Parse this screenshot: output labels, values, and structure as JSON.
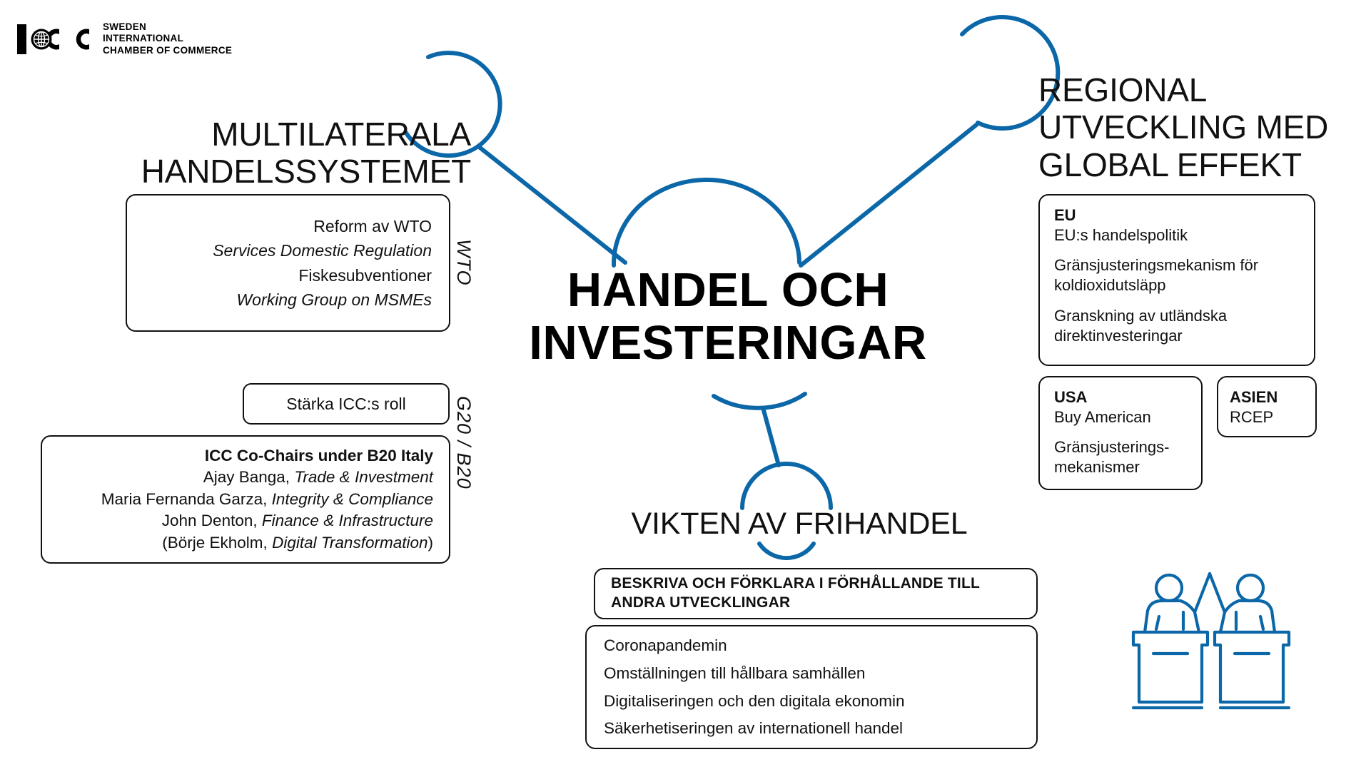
{
  "logo": {
    "mark": "icc-globe-mark",
    "lines": [
      "SWEDEN",
      "INTERNATIONAL",
      "CHAMBER OF COMMERCE"
    ]
  },
  "theme": {
    "accent_blue": "#0B67A8",
    "ink": "#111111",
    "background": "#FFFFFF"
  },
  "center": {
    "title": "HANDEL OCH\nINVESTERINGAR"
  },
  "branches": {
    "multilateral": {
      "heading": "MULTILATERALA\nHANDELSSYSTEMET",
      "rail_label": "WTO",
      "items": [
        {
          "text": "Reform av WTO",
          "style": "normal"
        },
        {
          "text": "Services Domestic Regulation",
          "style": "italic"
        },
        {
          "text": "Fiskesubventioner",
          "style": "normal"
        },
        {
          "text": "Working Group on MSMEs",
          "style": "italic"
        }
      ]
    },
    "g20b20": {
      "rail_label": "G20 / B20",
      "strengthen_box": "Stärka ICC:s roll",
      "cochairs_title": "ICC Co-Chairs under B20 Italy",
      "cochairs": [
        {
          "name": "Ajay Banga,",
          "role": "Trade & Investment",
          "prefix": "",
          "suffix": ""
        },
        {
          "name": "Maria Fernanda Garza,",
          "role": "Integrity & Compliance",
          "prefix": "",
          "suffix": ""
        },
        {
          "name": "John Denton,",
          "role": "Finance & Infrastructure",
          "prefix": "",
          "suffix": ""
        },
        {
          "name": "Börje Ekholm,",
          "role": "Digital Transformation",
          "prefix": "(",
          "suffix": ")"
        }
      ]
    },
    "regional": {
      "heading": "REGIONAL\nUTVECKLING MED\nGLOBAL EFFEKT",
      "eu": {
        "title": "EU",
        "items": [
          "EU:s handelspolitik",
          "Gränsjusteringsmekanism för koldioxidutsläpp",
          "Granskning av utländska direktinvesteringar"
        ]
      },
      "usa": {
        "title": "USA",
        "items": [
          "Buy American",
          "Gränsjusterings-mekanismer"
        ]
      },
      "asien": {
        "title": "ASIEN",
        "items": [
          "RCEP"
        ]
      }
    },
    "frihandel": {
      "heading": "VIKTEN AV FRIHANDEL",
      "callout": "BESKRIVA OCH FÖRKLARA I FÖRHÅLLANDE TILL ANDRA UTVECKLINGAR",
      "items": [
        "Coronapandemin",
        "Omställningen till hållbara samhällen",
        "Digitaliseringen och den digitala ekonomin",
        "Säkerhetiseringen av internationell handel"
      ]
    }
  },
  "decor": {
    "podium_icon": "two-speakers-at-podiums-icon"
  }
}
